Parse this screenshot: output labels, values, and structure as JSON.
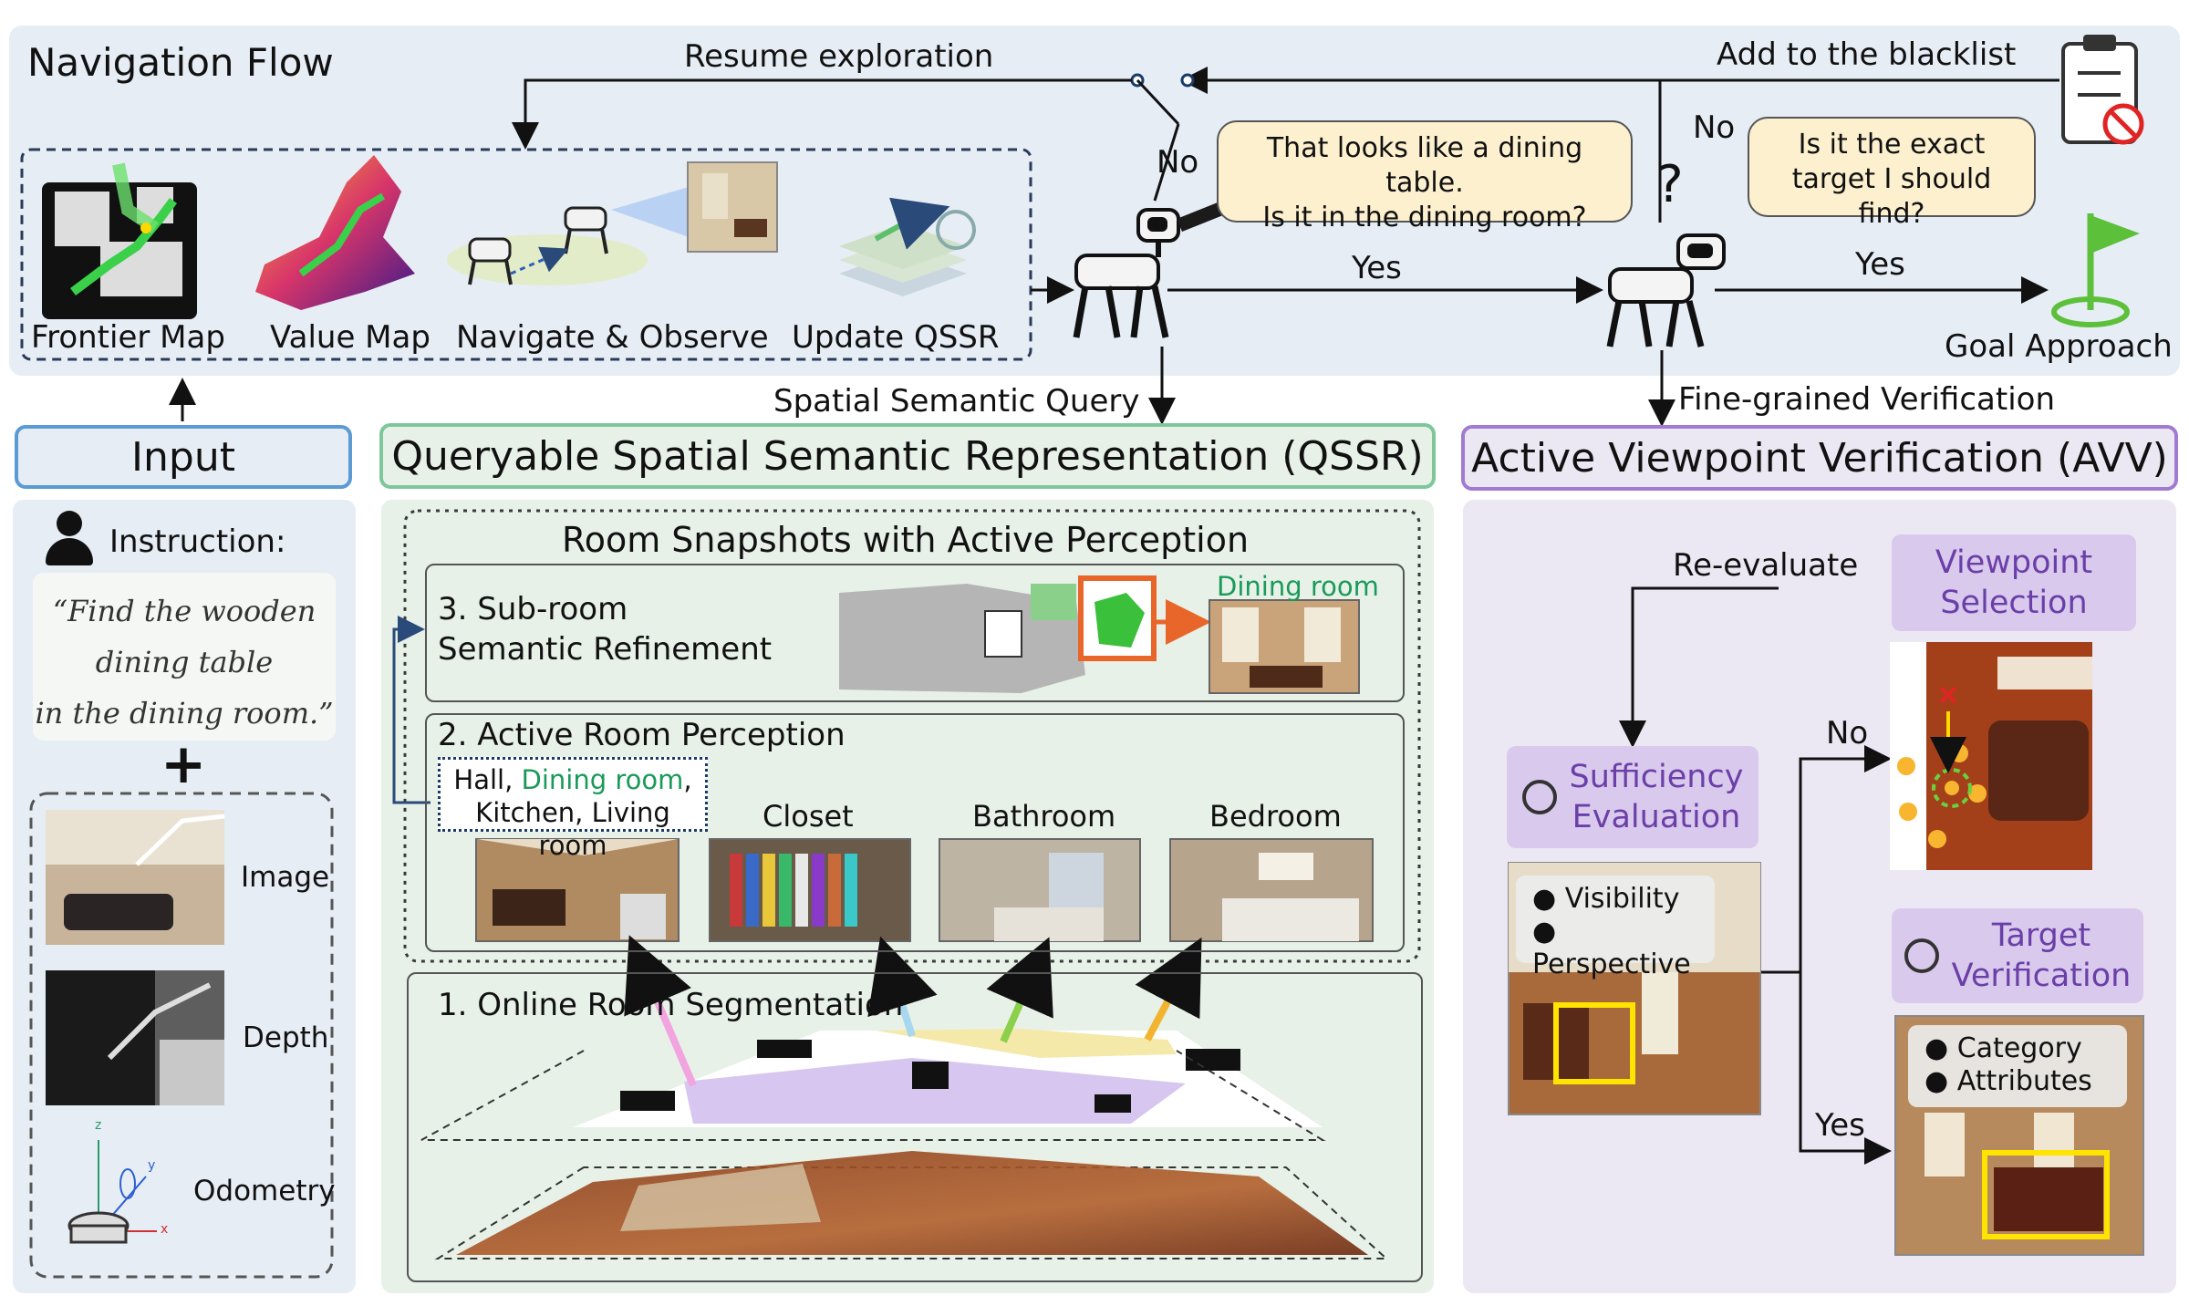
{
  "nav": {
    "title": "Navigation Flow",
    "resume": "Resume exploration",
    "blacklist": "Add to the blacklist",
    "no_left": "No",
    "no_right": "No",
    "yes_left": "Yes",
    "yes_right": "Yes",
    "query_mark": "?",
    "bubble_left": [
      "That looks like a dining table.",
      "Is it in the dining room?"
    ],
    "bubble_right": [
      "Is it the exact",
      "target I should find?"
    ],
    "steps": [
      "Frontier Map",
      "Value Map",
      "Navigate & Observe",
      "Update QSSR"
    ],
    "goal": "Goal Approach",
    "ssq": "Spatial Semantic Query",
    "fgv": "Fine-grained Verification"
  },
  "input": {
    "title": "Input",
    "instruction_label": "Instruction:",
    "instruction_lines": [
      "“Find the wooden",
      "dining table",
      "in the dining room.”"
    ],
    "plus": "+",
    "image": "Image",
    "depth": "Depth",
    "odometry": "Odometry",
    "axes": [
      "z",
      "y",
      "x"
    ]
  },
  "qssr": {
    "title": "Queryable Spatial Semantic Representation (QSSR)",
    "snapshots": "Room Snapshots with Active Perception",
    "sub_room": [
      "3. Sub-room",
      "Semantic Refinement"
    ],
    "dining": "Dining room",
    "arp": "2. Active Room Perception",
    "hall_prefix": "Hall, ",
    "hall_dining": "Dining room",
    "hall_comma": ",",
    "hall_line2": "Kitchen, Living room",
    "rooms": [
      "Closet",
      "Bathroom",
      "Bedroom"
    ],
    "seg": "1. Online Room Segmentation"
  },
  "avv": {
    "title": "Active Viewpoint Verification (AVV)",
    "reevaluate": "Re-evaluate",
    "viewpoint": [
      "Viewpoint",
      "Selection"
    ],
    "sufficiency": [
      "Sufficiency",
      "Evaluation"
    ],
    "target": [
      "Target",
      "Verification"
    ],
    "suff_bullets": [
      "Visibility",
      "Perspective"
    ],
    "target_bullets": [
      "Category",
      "Attributes"
    ],
    "no": "No",
    "yes": "Yes"
  },
  "colors": {
    "nav_bg": "#e6edf5",
    "input_border": "#5b9bd5",
    "qssr_border": "#7ec79a",
    "avv_border": "#a27ad2",
    "dining_green": "#1a9a5a",
    "avv_purple": "#6a3fa8"
  }
}
